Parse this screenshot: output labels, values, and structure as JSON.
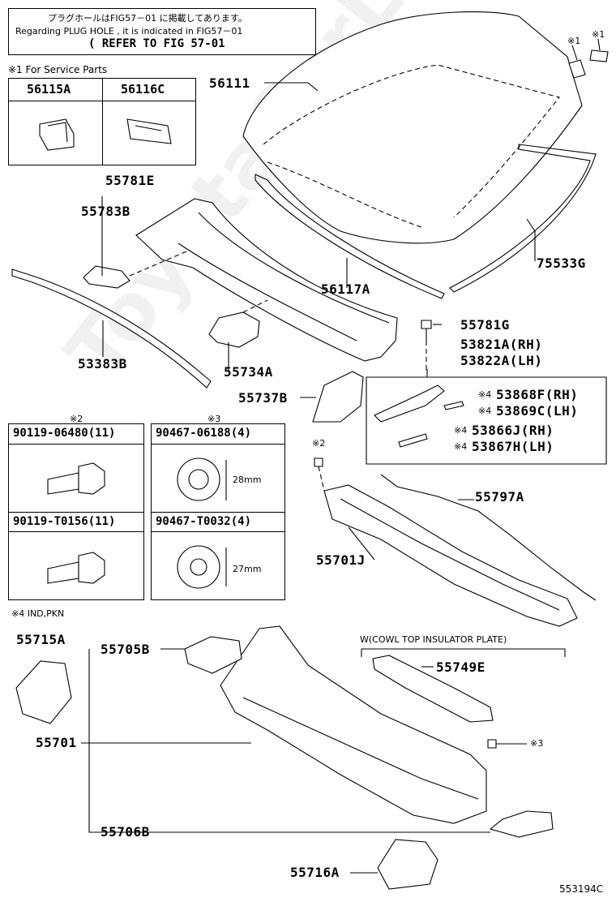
{
  "header_note": {
    "jp": "プラグホールはFIG57－01 に掲載してあります。",
    "en": "Regarding PLUG HOLE , it is indicated in FIG57－01",
    "refer": "( REFER TO FIG 57-01"
  },
  "service_parts": {
    "title": "※1 For Service Parts",
    "cells": [
      "56115A",
      "56116C"
    ]
  },
  "marks": {
    "m1a": "※1",
    "m1b": "※1",
    "m2": "※2",
    "m3": "※3",
    "m2b": "※2",
    "m3b": "※3",
    "m4a": "※4",
    "m4b": "※4",
    "m4c": "※4",
    "m4d": "※4"
  },
  "part_labels": {
    "p56111": "56111",
    "p55781E": "55781E",
    "p55783B": "55783B",
    "p53383B": "53383B",
    "p56117A": "56117A",
    "p75533G": "75533G",
    "p55734A": "55734A",
    "p55781G": "55781G",
    "p53821A": "53821A(RH)",
    "p53822A": "53822A(LH)",
    "p55737B": "55737B",
    "p53868F": "53868F(RH)",
    "p53869C": "53869C(LH)",
    "p53866J": "53866J(RH)",
    "p53867H": "53867H(LH)",
    "p55797A": "55797A",
    "p55701J": "55701J",
    "p55715A": "55715A",
    "p55705B": "55705B",
    "p55749E": "55749E",
    "p55701": "55701",
    "p55706B": "55706B",
    "p55716A": "55716A"
  },
  "fasteners": [
    {
      "part": "90119-06480(11)",
      "mark": "※2"
    },
    {
      "part": "90467-06188(4)",
      "mark": "※3",
      "dim": "28mm"
    },
    {
      "part": "90119-T0156(11)",
      "mark": ""
    },
    {
      "part": "90467-T0032(4)",
      "mark": "",
      "dim": "27mm"
    }
  ],
  "ind_note": "※4 IND,PKN",
  "cowl_note": "W(COWL TOP INSULATOR PLATE)",
  "figure_code": "553194C",
  "watermark": "ToyotaCarLine.ru"
}
